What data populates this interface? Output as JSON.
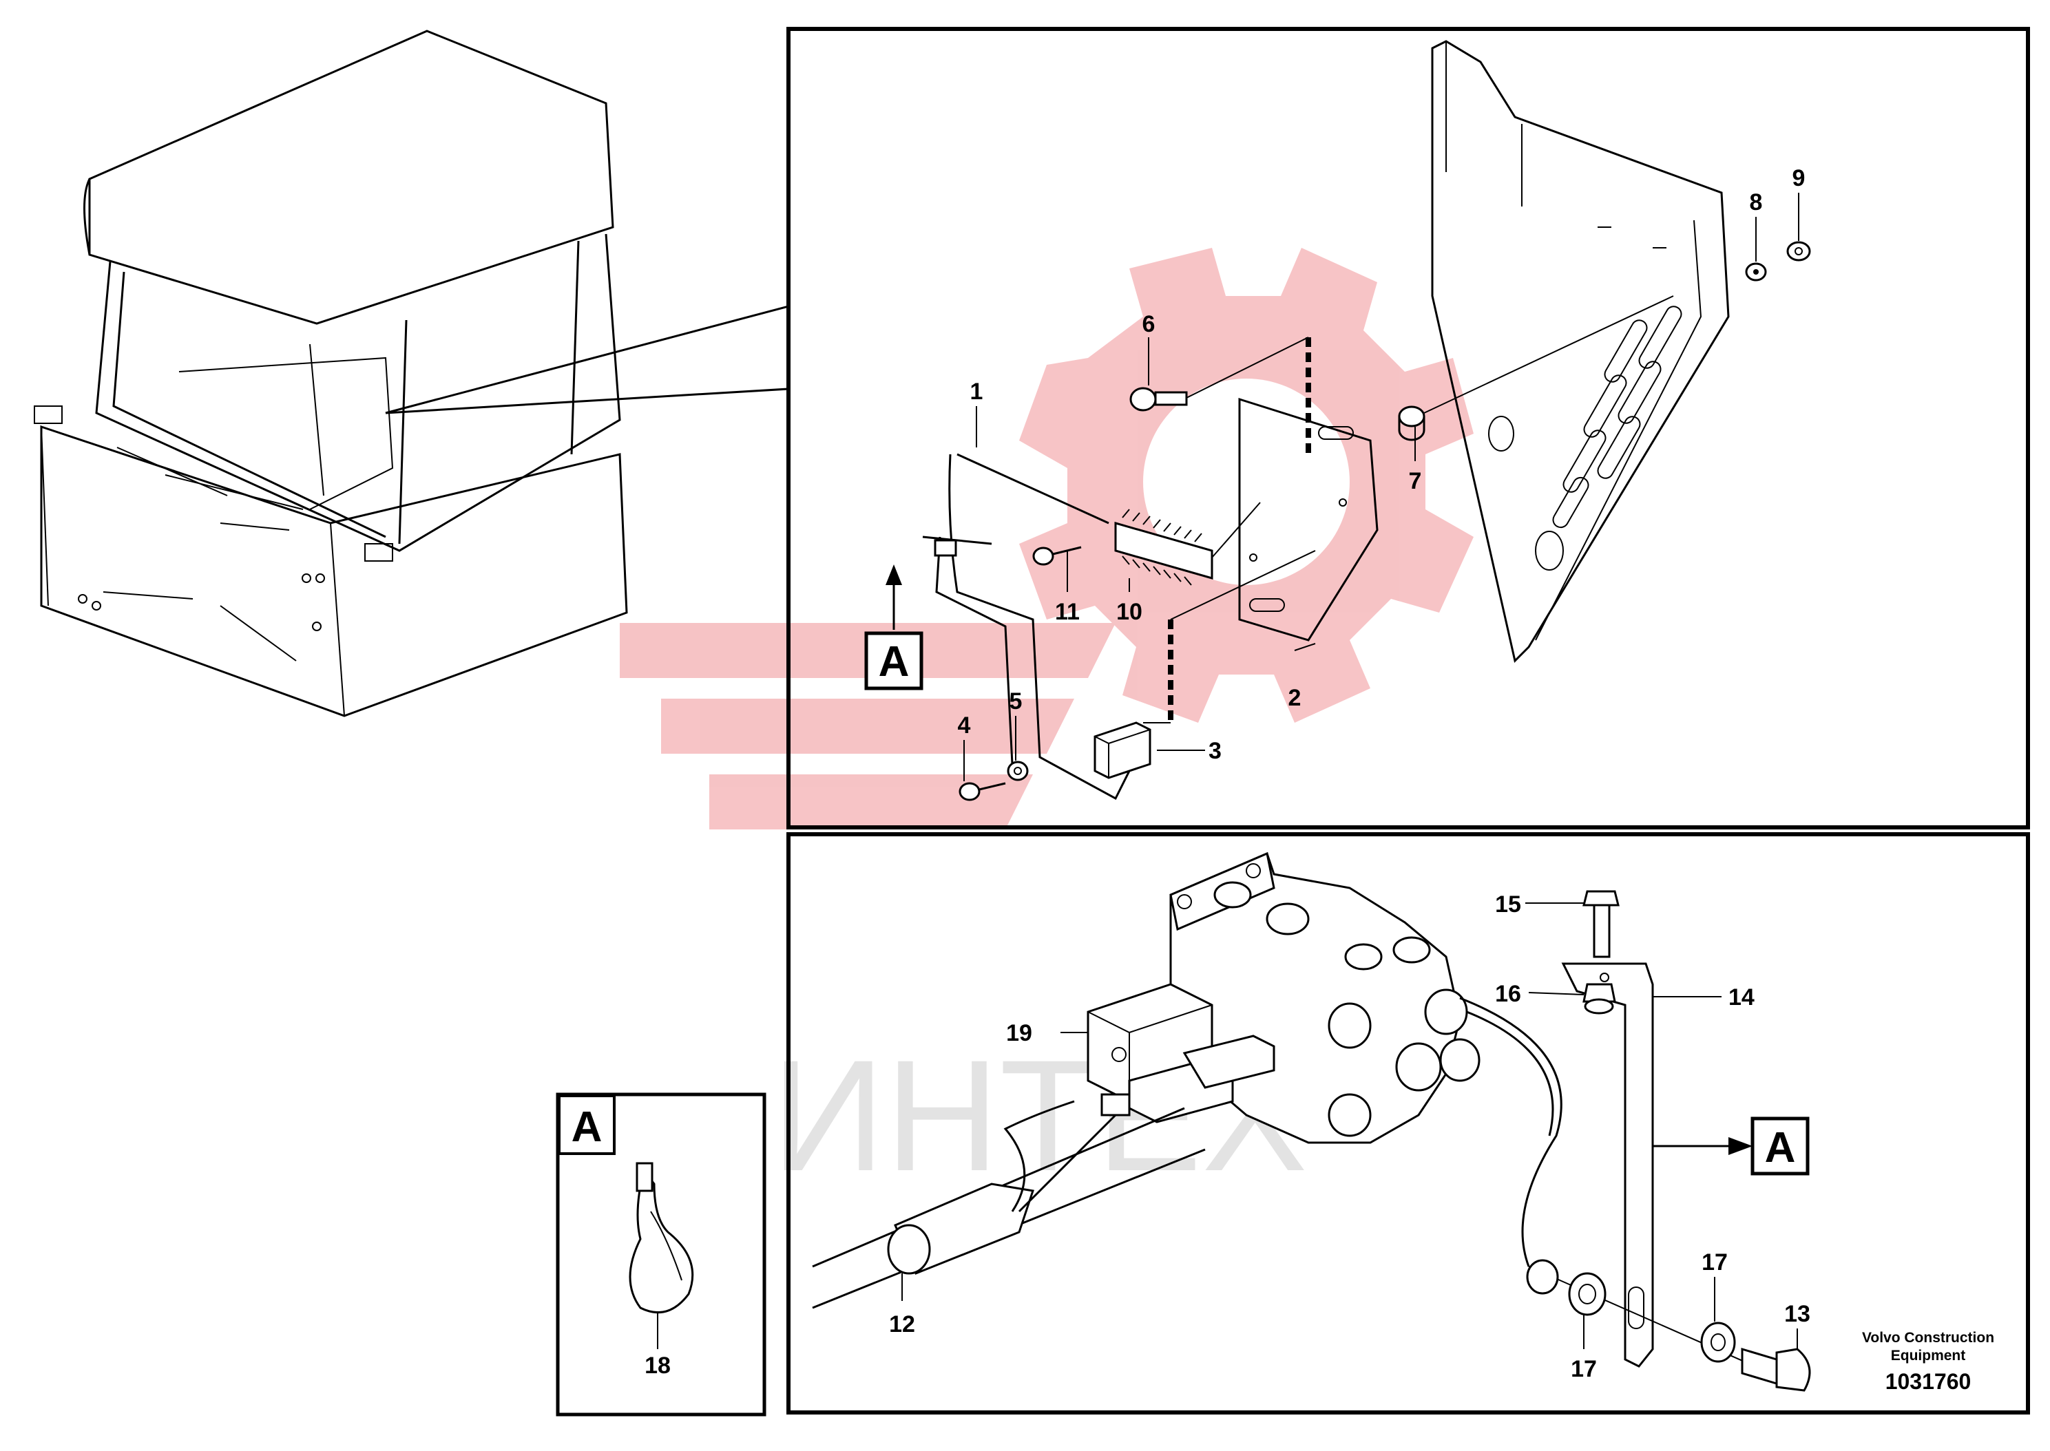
{
  "diagram": {
    "watermark_text": "ИНТЕХ",
    "watermark_color": "#e8555b",
    "callouts": [
      "1",
      "2",
      "3",
      "4",
      "5",
      "6",
      "7",
      "8",
      "9",
      "10",
      "11",
      "12",
      "13",
      "14",
      "15",
      "16",
      "17",
      "17",
      "18",
      "19"
    ],
    "view_marker_letter": "A",
    "brand_line1": "Volvo Construction",
    "brand_line2": "Equipment",
    "drawing_number": "1031760"
  }
}
